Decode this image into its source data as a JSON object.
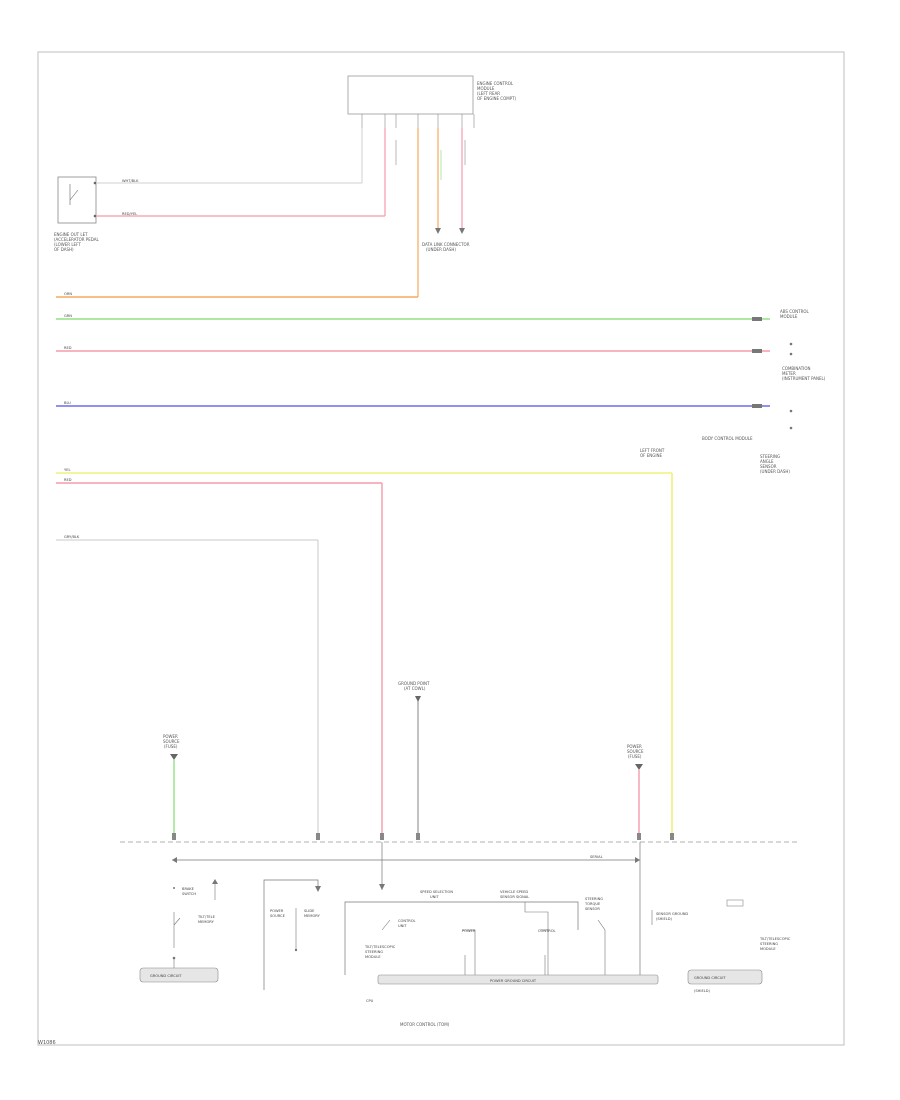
{
  "footer_code": "W1086",
  "colors": {
    "orange": "#f5a85c",
    "green": "#7edc6e",
    "pink": "#f59aaa",
    "blue": "#6a6af0",
    "yellow": "#f0f07a",
    "gray": "#c8c8c8",
    "dark": "#555555"
  },
  "top_module": {
    "label": [
      "ENGINE CONTROL",
      "MODULE",
      "(LEFT REAR",
      "OF ENGINE COMPT)"
    ]
  },
  "sensor_left": {
    "label": [
      "ENGINE OUT LET",
      "(ACCELERATOR PEDAL",
      "(LOWER LEFT",
      "OF DASH)"
    ],
    "wire_labels": [
      "WHT/BLK",
      "RED/YEL"
    ]
  },
  "mid_connector": {
    "label": [
      "DATA LINK CONNECTOR",
      "(UNDER DASH)"
    ]
  },
  "left_wire_labels": [
    "ORN",
    "GRN",
    "RED",
    "BLU",
    "YEL",
    "RED",
    "GRY/BLK"
  ],
  "right_labels": {
    "l1": [
      "ABS CONTROL",
      "MODULE"
    ],
    "l2": [
      "COMBINATION",
      "METER",
      "(INSTRUMENT PANEL)"
    ],
    "l3": [
      "BODY CONTROL MODULE"
    ],
    "l4": [
      "LEFT FRONT",
      "OF ENGINE"
    ],
    "l5": [
      "STEERING",
      "ANGLE",
      "SENSOR",
      "(UNDER DASH)"
    ]
  },
  "mid_lower_label": [
    "GROUND POINT",
    "(AT COWL)"
  ],
  "bottom_left_label": [
    "POWER",
    "SOURCE",
    "(FUSE)"
  ],
  "bottom_right_label": [
    "POWER",
    "SOURCE",
    "(FUSE)"
  ],
  "lower_components": {
    "c1": [
      "BRAKE",
      "SWITCH"
    ],
    "c2": [
      "TILT/TELE",
      "MEMORY"
    ],
    "c3": [
      "POWER",
      "SOURCE"
    ],
    "c4": [
      "SLIDE",
      "MEMORY"
    ],
    "c5": [
      "SPEED SELECTION",
      "UNIT"
    ],
    "c6": [
      "VEHICLE SPEED",
      "SENSOR SIGNAL"
    ],
    "c7": [
      "STEERING",
      "TORQUE",
      "SENSOR"
    ],
    "c8": [
      "CONTROL",
      "UNIT"
    ],
    "c9": [
      "POWER",
      "CONTROL"
    ],
    "c10": [
      "TILT/TELESCOPIC",
      "STEERING",
      "MODULE"
    ],
    "gnd1": "GROUND CIRCUIT",
    "gnd2": "POWER GROUND CIRCUIT",
    "gnd3": "SENSOR GROUND",
    "gnd3_sub": "(SHIELD)",
    "cpu": "CPU",
    "bus": "SERIAL"
  },
  "bottom_caption": "MOTOR CONTROL (TOM)"
}
